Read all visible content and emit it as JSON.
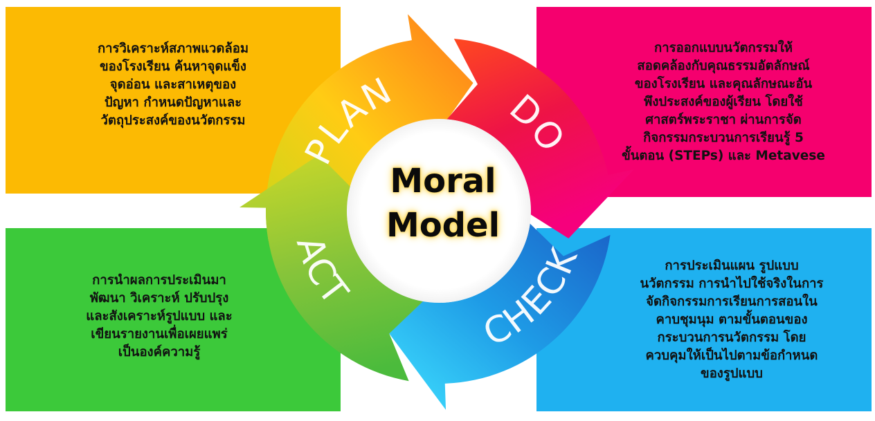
{
  "center": {
    "line1": "Moral",
    "line2": "Model"
  },
  "phases": {
    "plan": "PLAN",
    "do": "DO",
    "check": "CHECK",
    "act": "ACT"
  },
  "boxes": {
    "plan": "การวิเคราะห์สภาพแวดล้อม\nของโรงเรียน ค้นหาจุดแข็ง\nจุดอ่อน และสาเหตุของ\nปัญหา กำหนดปัญหาและ\nวัตถุประสงค์ของนวัตกรรม",
    "do": "การออกแบบนวัตกรรมให้\nสอดคล้องกับคุณธรรมอัตลักษณ์\nของโรงเรียน และคุณลักษณะอัน\nพึงประสงค์ของผู้เรียน โดยใช้\nศาสตร์พระราชา ผ่านการจัด\nกิจกรรมกระบวนการเรียนรู้ 5\nขั้นตอน (STEPs) และ Metavese",
    "act": "การนำผลการประเมินมา\nพัฒนา วิเคราะห์ ปรับปรุง\nและสังเคราะห์รูปแบบ และ\nเขียนรายงานเพื่อเผยแพร่\nเป็นองค์ความรู้",
    "check": "การประเมินแผน รูปแบบ\nนวัตกรรม การนำไปใช้จริงในการ\nจัดกิจกรรมการเรียนการสอนใน\nคาบชุมนุม ตามขั้นตอนของ\nกระบวนการนวัตกรรม โดย\nควบคุมให้เป็นไปตามข้อกำหนด\nของรูปแบบ"
  },
  "colors": {
    "plan_box": "#fcba03",
    "do_box": "#f5006e",
    "act_box": "#3cc93a",
    "check_box": "#1fb1f0"
  }
}
